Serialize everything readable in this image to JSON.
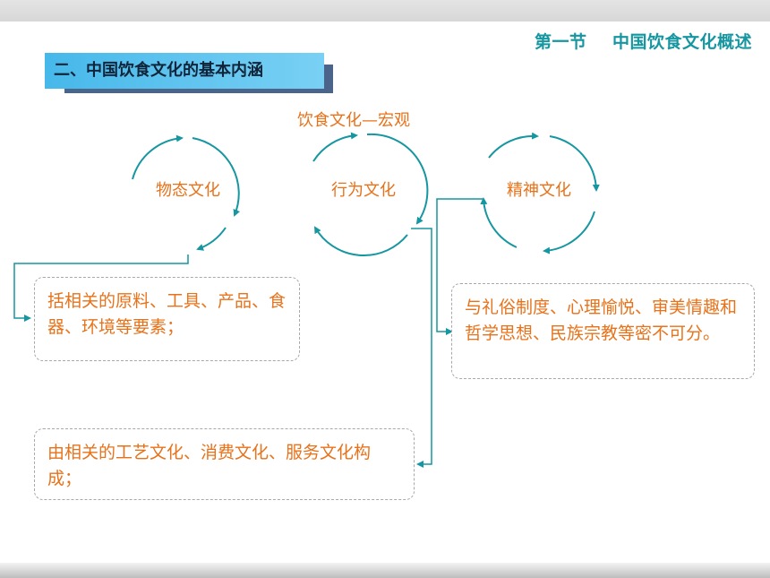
{
  "header": {
    "title": "第一节    中国饮食文化概述"
  },
  "section": {
    "label": "二、中国饮食文化的基本内涵"
  },
  "diagram": {
    "subtitle": "饮食文化—宏观",
    "circles": [
      {
        "label": "物态文化"
      },
      {
        "label": "行为文化"
      },
      {
        "label": "精神文化"
      }
    ],
    "boxes": [
      {
        "text": "括相关的原料、工具、产品、食器、环境等要素；"
      },
      {
        "text": "由相关的工艺文化、消费文化、服务文化构成；"
      },
      {
        "text": "与礼俗制度、心理愉悦、审美情趣和哲学思想、民族宗教等密不可分。"
      }
    ]
  },
  "colors": {
    "accent_teal": "#1596a0",
    "text_orange": "#e8721a",
    "header_blue": "#46b8ea"
  }
}
